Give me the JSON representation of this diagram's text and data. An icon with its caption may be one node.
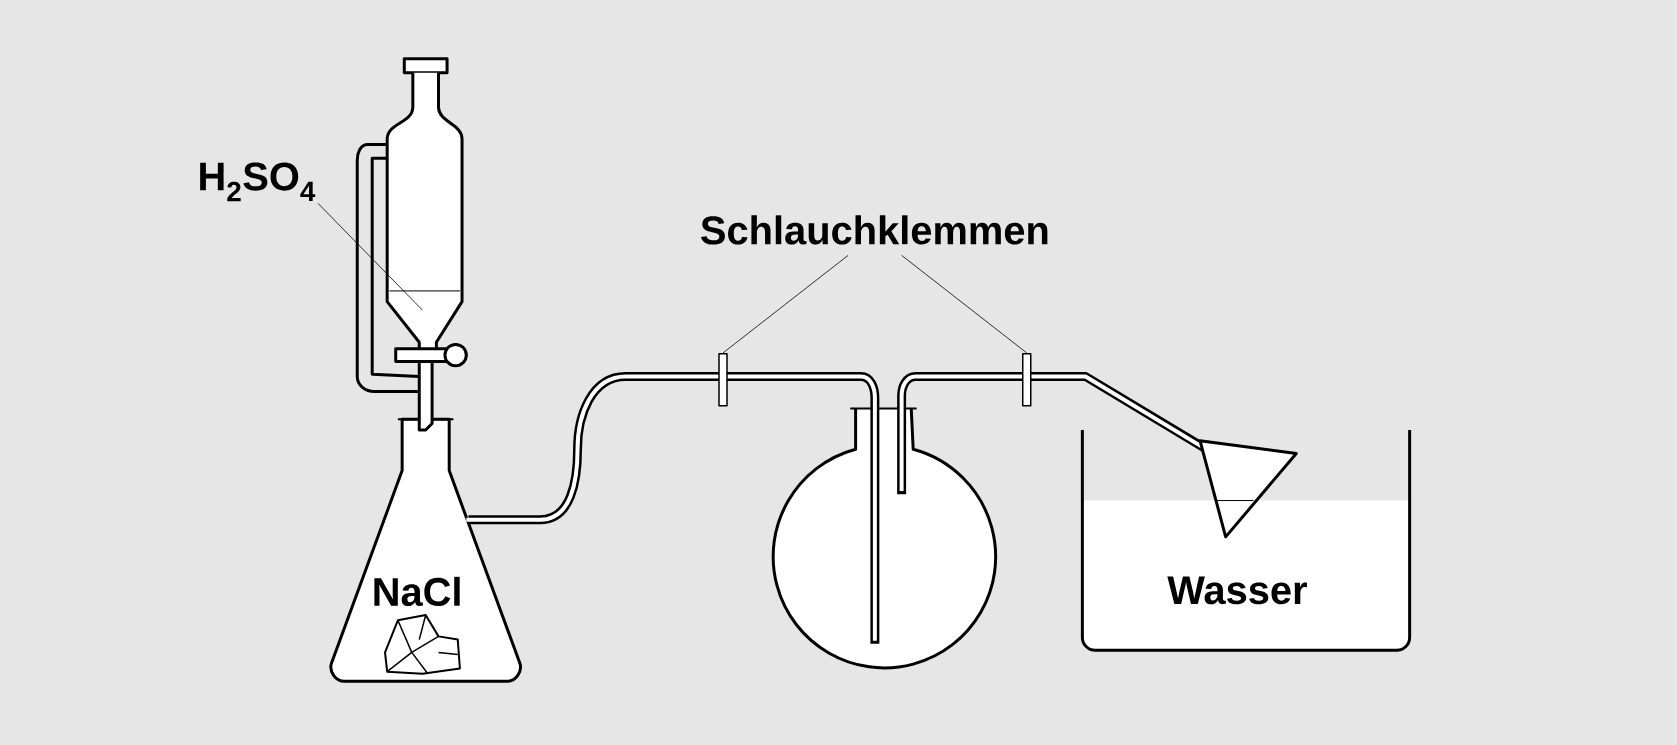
{
  "diagram": {
    "nodes": [
      {
        "text": [
          "H$_{2}$SO$_{4}$"
        ]
      },
      {
        "text": [
          "Schlauchklemmen"
        ]
      },
      {
        "text": [],
        "shape": "bar"
      },
      {
        "text": [],
        "shape": "bar"
      }
    ],
    "edges": [
      {
        "from": 0,
        "to": null,
        "arrow": "none"
      },
      {
        "from": 1,
        "to": 2,
        "arrow": "none"
      },
      {
        "from": 1,
        "to": 3,
        "arrow": "none"
      }
    ],
    "labels": [
      "NaCl",
      "Wasser"
    ]
  }
}
